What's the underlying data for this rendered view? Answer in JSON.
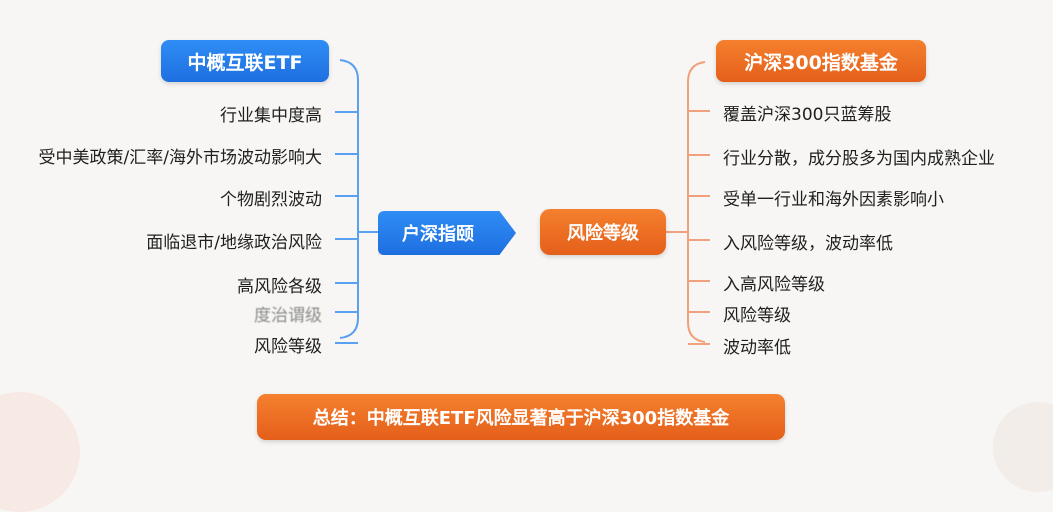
{
  "left": {
    "title": "中概互联ETF",
    "items": [
      "行业集中度高",
      "受中美政策/汇率/海外市场波动影响大",
      "个物剧烈波动",
      "面临退市/地缘政治风险",
      "高风险各级",
      "度治谓级",
      "风险等级"
    ]
  },
  "center": {
    "left_label": "户深指颐",
    "right_label": "风险等级"
  },
  "right": {
    "title": "沪深300指数基金",
    "items": [
      "覆盖沪深300只蓝筹股",
      "行业分散，成分股多为国内成熟企业",
      "受单一行业和海外因素影响小",
      "入风险等级，波动率低",
      "入高风险等级",
      "风险等级",
      "波动率低"
    ]
  },
  "summary": "总结：中概互联ETF风险显著高于沪深300指数基金",
  "colors": {
    "blue": "#1e6fe0",
    "orange": "#e45f1a",
    "left_line": "#5aa0f0",
    "right_line": "#f0a07a"
  }
}
